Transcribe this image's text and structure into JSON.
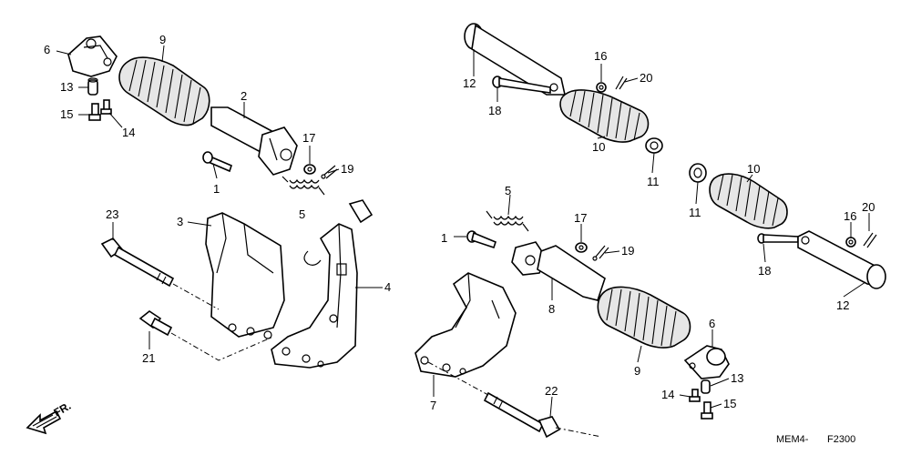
{
  "diagram": {
    "footer_code_left": "MEM4-",
    "footer_code_right": "F2300",
    "direction_label": "FR.",
    "callouts": [
      {
        "id": "c6a",
        "text": "6"
      },
      {
        "id": "c9a",
        "text": "9"
      },
      {
        "id": "c13a",
        "text": "13"
      },
      {
        "id": "c15a",
        "text": "15"
      },
      {
        "id": "c14a",
        "text": "14"
      },
      {
        "id": "c2",
        "text": "2"
      },
      {
        "id": "c17a",
        "text": "17"
      },
      {
        "id": "c19a",
        "text": "19"
      },
      {
        "id": "c1a",
        "text": "1"
      },
      {
        "id": "c5a",
        "text": "5"
      },
      {
        "id": "c23",
        "text": "23"
      },
      {
        "id": "c3",
        "text": "3"
      },
      {
        "id": "c4",
        "text": "4"
      },
      {
        "id": "c21",
        "text": "21"
      },
      {
        "id": "c12a",
        "text": "12"
      },
      {
        "id": "c18a",
        "text": "18"
      },
      {
        "id": "c16a",
        "text": "16"
      },
      {
        "id": "c20a",
        "text": "20"
      },
      {
        "id": "c10a",
        "text": "10"
      },
      {
        "id": "c11a",
        "text": "11"
      },
      {
        "id": "c10b",
        "text": "10"
      },
      {
        "id": "c11b",
        "text": "11"
      },
      {
        "id": "c16b",
        "text": "16"
      },
      {
        "id": "c20b",
        "text": "20"
      },
      {
        "id": "c18b",
        "text": "18"
      },
      {
        "id": "c12b",
        "text": "12"
      },
      {
        "id": "c5b",
        "text": "5"
      },
      {
        "id": "c1b",
        "text": "1"
      },
      {
        "id": "c17b",
        "text": "17"
      },
      {
        "id": "c19b",
        "text": "19"
      },
      {
        "id": "c8",
        "text": "8"
      },
      {
        "id": "c6b",
        "text": "6"
      },
      {
        "id": "c13b",
        "text": "13"
      },
      {
        "id": "c14b",
        "text": "14"
      },
      {
        "id": "c15b",
        "text": "15"
      },
      {
        "id": "c9b",
        "text": "9"
      },
      {
        "id": "c7",
        "text": "7"
      },
      {
        "id": "c22",
        "text": "22"
      }
    ]
  }
}
